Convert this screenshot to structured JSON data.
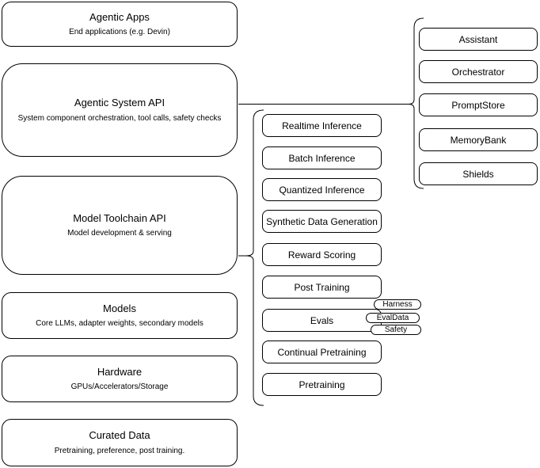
{
  "title": "Agentic system stack diagram",
  "colors": {
    "stroke": "#000000",
    "fill": "#ffffff",
    "text": "#000000"
  },
  "stack": [
    {
      "title": "Agentic Apps",
      "subtitle": "End applications (e.g. Devin)"
    },
    {
      "title": "Agentic System API",
      "subtitle": "System component orchestration, tool calls, safety checks"
    },
    {
      "title": "Model Toolchain API",
      "subtitle": "Model development & serving"
    },
    {
      "title": "Models",
      "subtitle": "Core LLMs, adapter weights, secondary models"
    },
    {
      "title": "Hardware",
      "subtitle": "GPUs/Accelerators/Storage"
    },
    {
      "title": "Curated Data",
      "subtitle": "Pretraining, preference, post training."
    }
  ],
  "toolchain_components": [
    "Realtime Inference",
    "Batch Inference",
    "Quantized Inference",
    "Synthetic Data Generation",
    "Reward Scoring",
    "Post Training",
    "Evals",
    "Continual Pretraining",
    "Pretraining"
  ],
  "evals_tags": [
    "Harness",
    "EvalData",
    "Safety"
  ],
  "system_components": [
    "Assistant",
    "Orchestrator",
    "PromptStore",
    "MemoryBank",
    "Shields"
  ]
}
